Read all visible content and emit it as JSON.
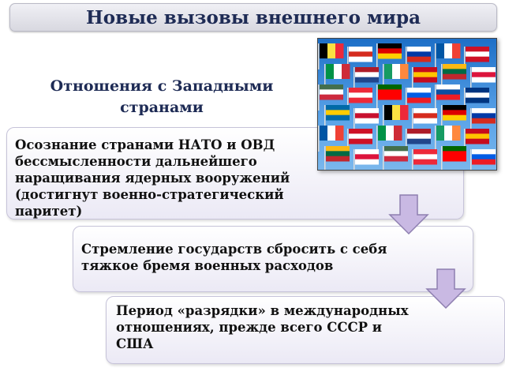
{
  "title": "Новые вызовы внешнего мира",
  "subtitle": "Отношения с Западными странами",
  "boxes": [
    {
      "text": "Осознание странами НАТО и ОВД бессмысленности дальнейшего наращивания ядерных вооружений (достигнут военно-стратегический паритет)"
    },
    {
      "text": "Стремление государств сбросить с себя тяжкое бремя военных расходов"
    },
    {
      "text": "Период «разрядки» в международных отношениях, прежде всего СССР и США"
    }
  ],
  "image": {
    "subject": "flags-of-european-countries"
  },
  "colors": {
    "title": "#1e2b55",
    "arrow": "#b9a6d6",
    "box_border": "#c6c3d9"
  }
}
